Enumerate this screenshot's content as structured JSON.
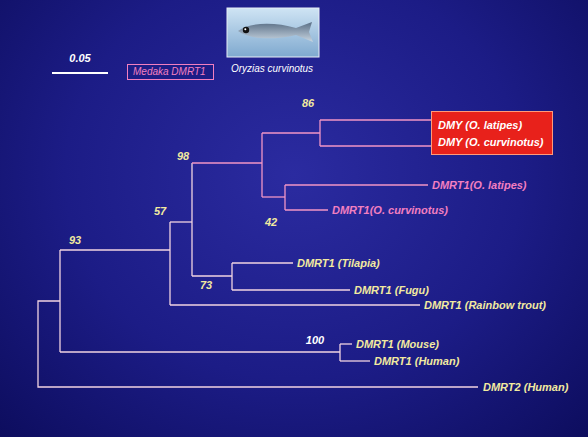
{
  "diagram": {
    "nodes": [
      {
        "text": [
          "Medaka DMRT1"
        ]
      },
      {
        "text": [
          "DMY (O. latipes)",
          "DMY (O. curvinotus)"
        ]
      }
    ],
    "labels": [
      "0.05",
      "Oryzias curvinotus",
      "86",
      "98",
      "42",
      "57",
      "73",
      "93",
      "100",
      "DMRT1(O. latipes)",
      "DMRT1(O. curvinotus)",
      "DMRT1 (Tilapia)",
      "DMRT1 (Fugu)",
      "DMRT1 (Rainbow trout)",
      "DMRT1 (Mouse)",
      "DMRT1 (Human)",
      "DMRT2 (Human)"
    ]
  }
}
